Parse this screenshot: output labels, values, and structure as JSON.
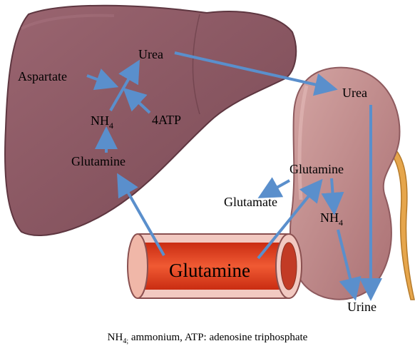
{
  "labels": {
    "liver_urea": "Urea",
    "aspartate": "Aspartate",
    "nh4_liver_base": "NH",
    "nh4_liver_sub": "4",
    "atp": "4ATP",
    "liver_glutamine": "Glutamine",
    "kidney_urea": "Urea",
    "kidney_glutamine": "Glutamine",
    "glutamate": "Glutamate",
    "nh4_kidney_base": "NH",
    "nh4_kidney_sub": "4",
    "urine": "Urine",
    "vessel_glutamine": "Glutamine"
  },
  "caption": {
    "nh4": "NH",
    "nh4_sub": "4;",
    "rest": " ammonium, ATP: adenosine triphosphate"
  },
  "colors": {
    "liver": "#8a5661",
    "liver_dark": "#5e3640",
    "kidney": "#b98385",
    "kidney_light": "#cfa19f",
    "ureter": "#e6a64c",
    "arrow": "#5a8fcc",
    "vessel_red": "#e8421f",
    "vessel_wall": "#f2c9c1"
  }
}
